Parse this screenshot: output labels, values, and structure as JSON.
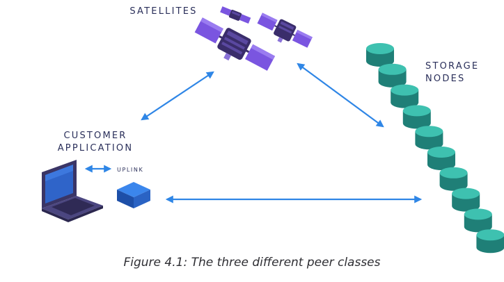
{
  "labels": {
    "satellites": "SATELLITES",
    "storage_line1": "STORAGE",
    "storage_line2": "NODES",
    "customer_line1": "CUSTOMER",
    "customer_line2": "APPLICATION",
    "uplink": "UPLINK"
  },
  "caption": "Figure 4.1: The three different peer classes",
  "colors": {
    "arrow": "#2f86e6",
    "text": "#2a2f5a",
    "satellite_panel": "#7a55e0",
    "satellite_body": "#3a2d6b",
    "disk_top": "#3ec1b0",
    "disk_side": "#1f7f77",
    "laptop_frame": "#3a3566",
    "laptop_screen": "#2f64c9",
    "uplink_top": "#2f74de",
    "uplink_side": "#1d4fa8"
  },
  "icons": [
    "satellite-icon",
    "laptop-icon",
    "uplink-device-icon",
    "storage-disk-icon",
    "double-arrow-icon"
  ]
}
